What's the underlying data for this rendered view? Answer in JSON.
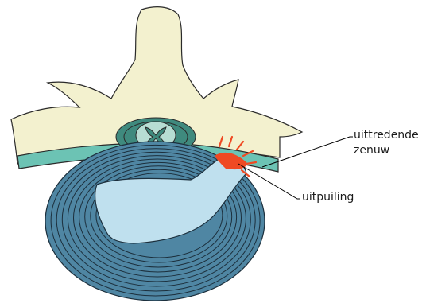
{
  "labels": {
    "nerve_line1": "uittredende",
    "nerve_line2": "zenuw",
    "bulge": "uitpuiling"
  },
  "colors": {
    "bone": "#f3f1cf",
    "bone_outline": "#2a2a2a",
    "nerve": "#6cc3b4",
    "cord_dark": "#3f8a7e",
    "cord_light": "#b7ddd3",
    "disc_ring": "#4f86a3",
    "disc_ring_line": "#1c2f3c",
    "nucleus": "#bfe0ee",
    "herniation": "#ef4a23",
    "leader_line": "#000000"
  }
}
